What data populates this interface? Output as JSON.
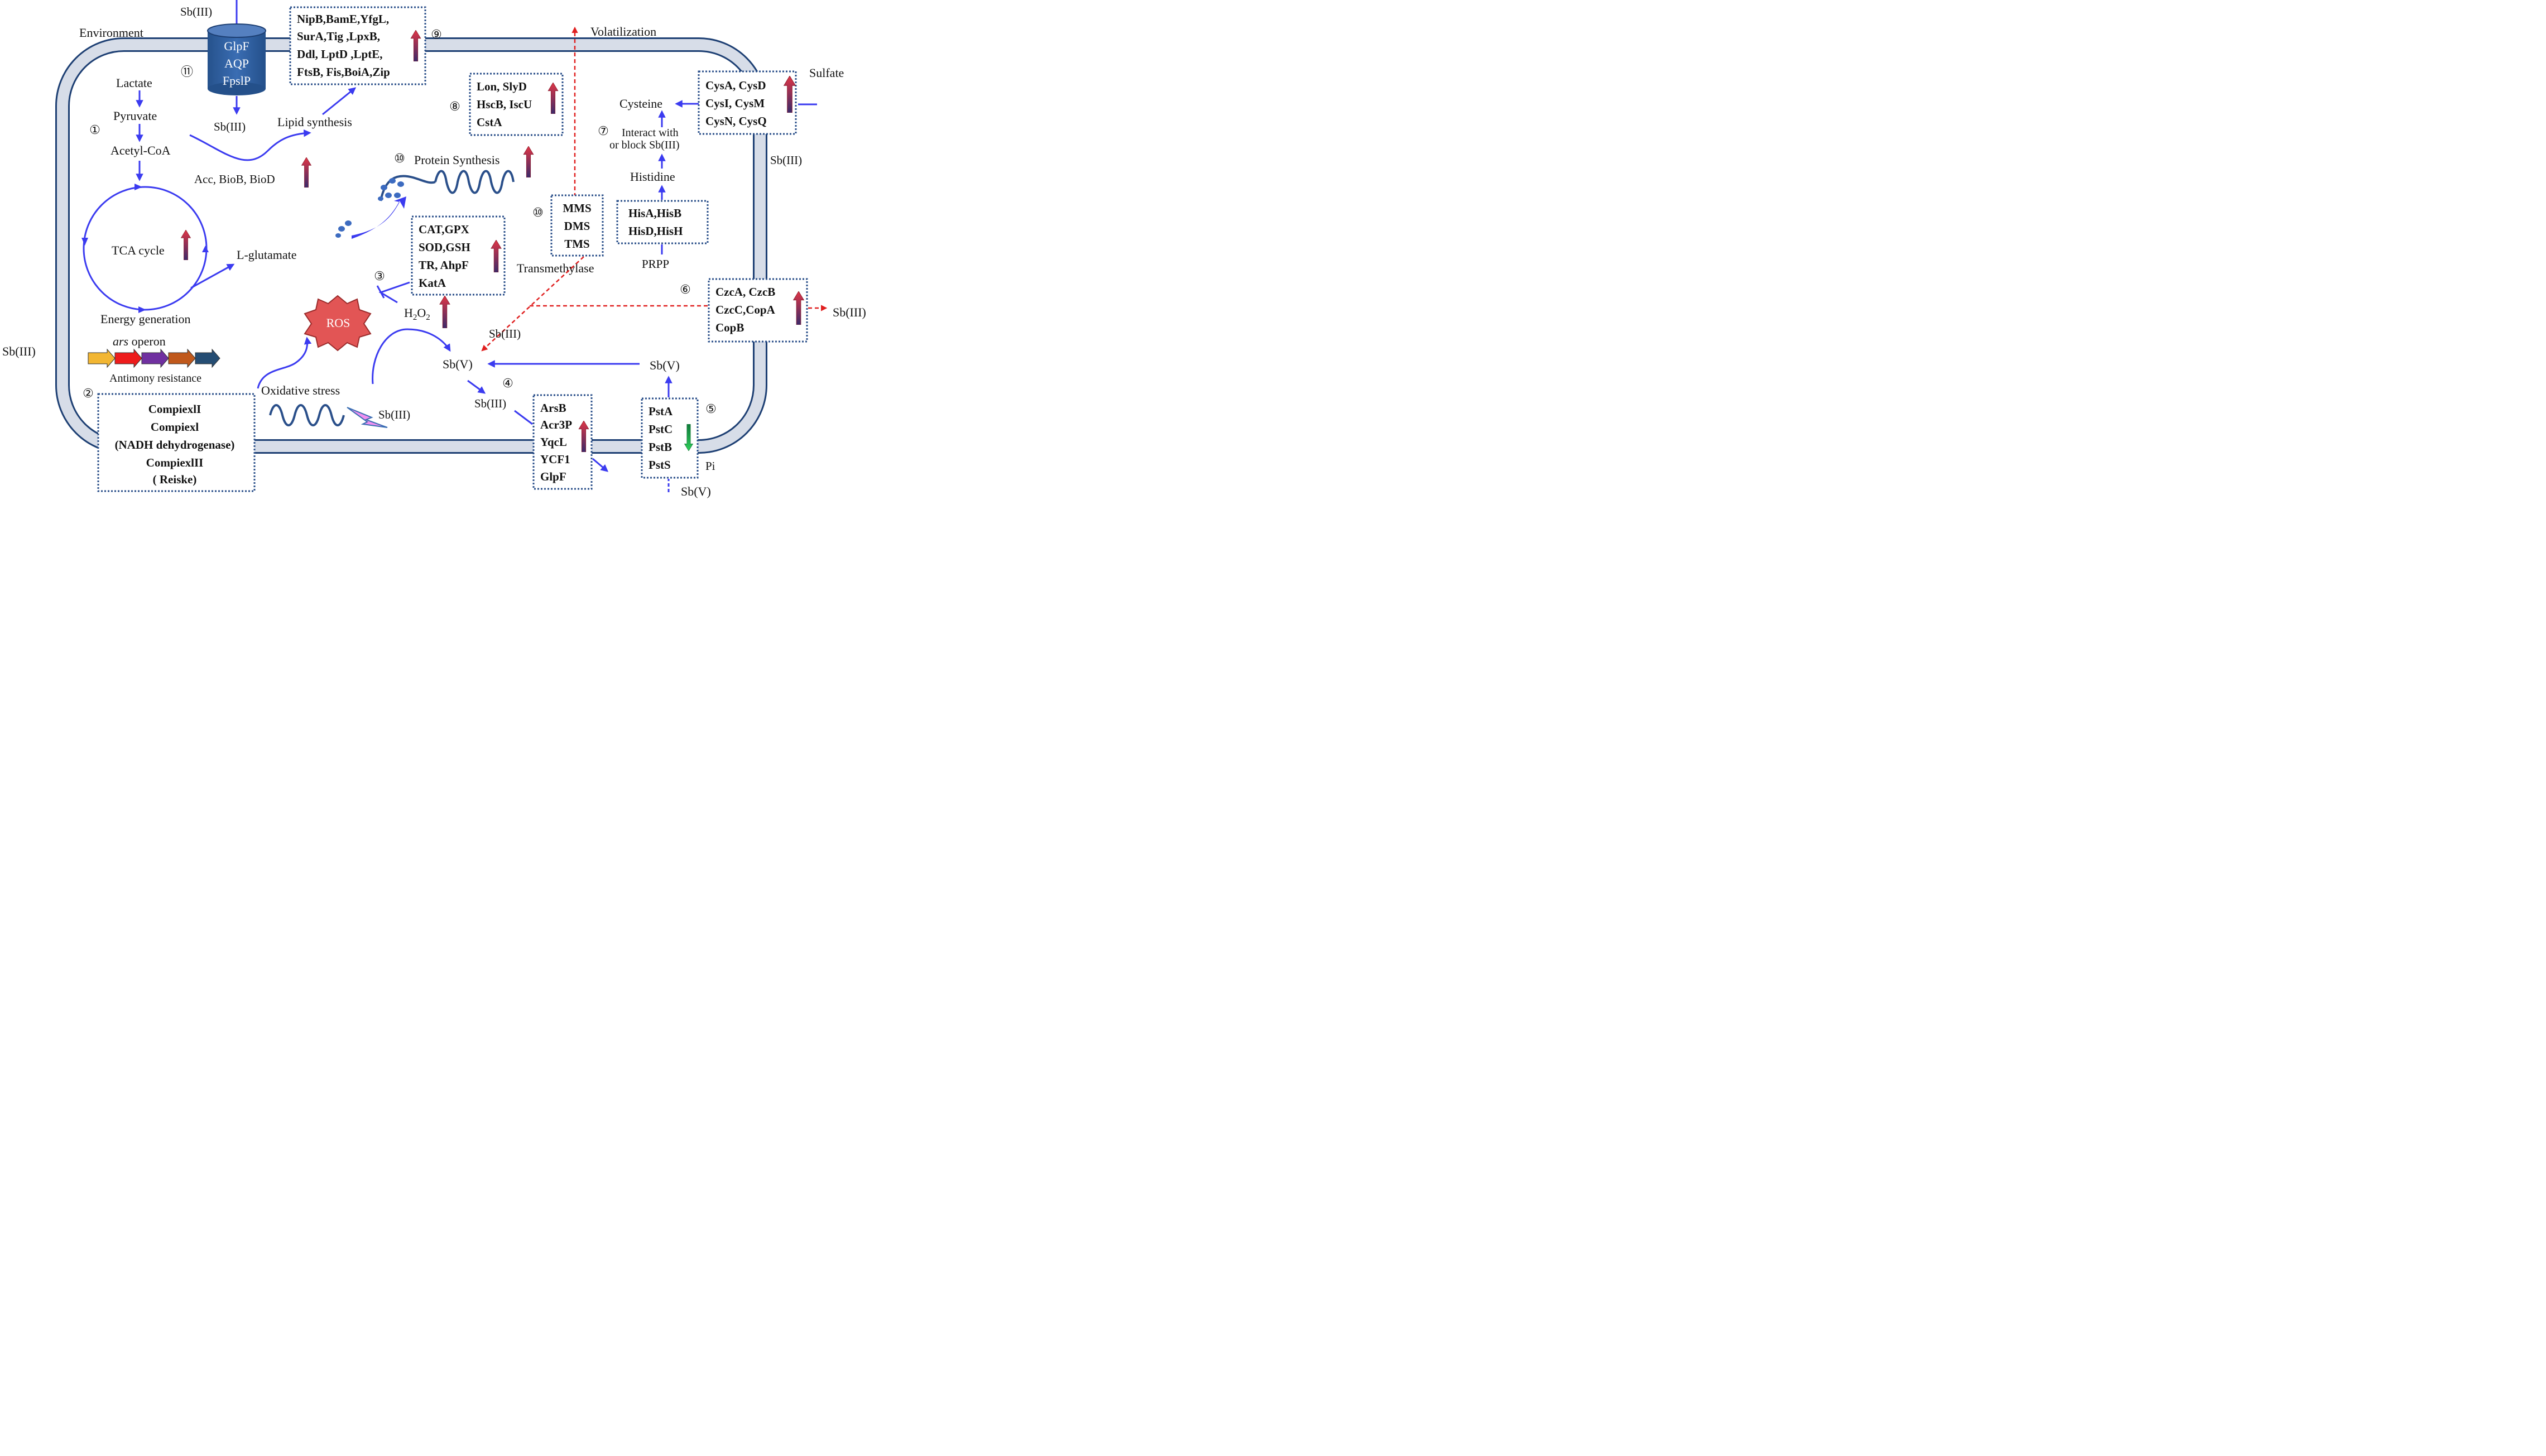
{
  "compartments": {
    "environment": "Environment",
    "volatilization": "Volatilization",
    "sulfate": "Sulfate",
    "sb3_top": "Sb(III)",
    "sb3_left": "Sb(III)",
    "sb3_right_mem": "Sb(III)",
    "sb3_export_right": "Sb(III)",
    "sb5_bottom": "Sb(V)",
    "pi": "Pi"
  },
  "channel": {
    "lines": [
      "GlpF",
      "AQP",
      "FpslP"
    ],
    "number": "⑪",
    "sb3_inside": "Sb(III)"
  },
  "box9": {
    "lines": [
      "NipB,BamE,YfgL,",
      "SurA,Tig ,LpxB,",
      "Ddl, LptD ,LptE,",
      "FtsB, Fis,BoiA,Zip"
    ],
    "number": "⑨"
  },
  "box8": {
    "lines": [
      "Lon,  SlyD",
      "HscB, IscU",
      "CstA"
    ],
    "number": "⑧"
  },
  "box_cys": {
    "lines": [
      "CysA,  CysD",
      "CysI,  CysM",
      "CysN,  CysQ"
    ]
  },
  "pathway7": {
    "cysteine": "Cysteine",
    "interact1": "Interact with",
    "interact2": "or  block  Sb(III)",
    "number": "⑦",
    "histidine": "Histidine",
    "prpp": "PRPP"
  },
  "box_his": {
    "lines": [
      "HisA,HisB",
      "HisD,HisH"
    ]
  },
  "metabolism": {
    "number": "①",
    "lactate": "Lactate",
    "pyruvate": "Pyruvate",
    "acetyl_coa": "Acetyl-CoA",
    "tca": "TCA cycle",
    "l_glutamate": "L-glutamate",
    "energy": "Energy generation",
    "lipid": "Lipid synthesis",
    "acc": "Acc, BioB, BioD"
  },
  "protein": {
    "number": "⑩",
    "label": "Protein Synthesis"
  },
  "box_antiox": {
    "lines": [
      "CAT,GPX",
      "SOD,GSH",
      "TR,  AhpF",
      "KatA"
    ],
    "number": "③",
    "h2o2": "H",
    "h2o2_sub": "2",
    "h2o2_end": "O",
    "h2o2_sub2": "2"
  },
  "box_methyl": {
    "lines": [
      "MMS",
      "DMS",
      "TMS"
    ],
    "number": "⑩",
    "enzyme": "Transmethylase"
  },
  "box_czc": {
    "lines": [
      "CzcA,  CzcB",
      "CzcC,CopA",
      "CopB"
    ],
    "number": "⑥"
  },
  "ros": "ROS",
  "ars": {
    "italic": "ars",
    "rest": " operon",
    "caption": "Antimony  resistance",
    "colors": [
      "#f2b632",
      "#ee1c1c",
      "#7030a0",
      "#c0581b",
      "#254d73"
    ]
  },
  "box_complex": {
    "lines": [
      "CompiexlI",
      "Compiexl",
      "(NADH dehydrogenase)",
      "CompiexlII",
      "( Reiske)"
    ],
    "number": "②"
  },
  "oxidative": {
    "label": "Oxidative stress",
    "sb3": "Sb(III)"
  },
  "redox": {
    "sb3_mid": "Sb(III)",
    "sb5_mid": "Sb(V)",
    "sb5_right": "Sb(V)",
    "number4": "④",
    "sb3_efflux": "Sb(III)"
  },
  "box_efflux": {
    "lines": [
      "ArsB",
      "Acr3P",
      "YqcL",
      "YCF1",
      "GlpF"
    ]
  },
  "box_pst": {
    "lines": [
      "PstA",
      "PstC",
      "PstB",
      "PstS"
    ],
    "number": "⑤"
  },
  "colors": {
    "membrane_fill": "#d7dde8",
    "membrane_stroke": "#1d3f73",
    "arrow_blue": "#3b3bf0",
    "up_arrow": "#c0283a",
    "down_arrow": "#22a04a",
    "dashed_red": "#e02020",
    "box_border": "#2a4f8a"
  }
}
